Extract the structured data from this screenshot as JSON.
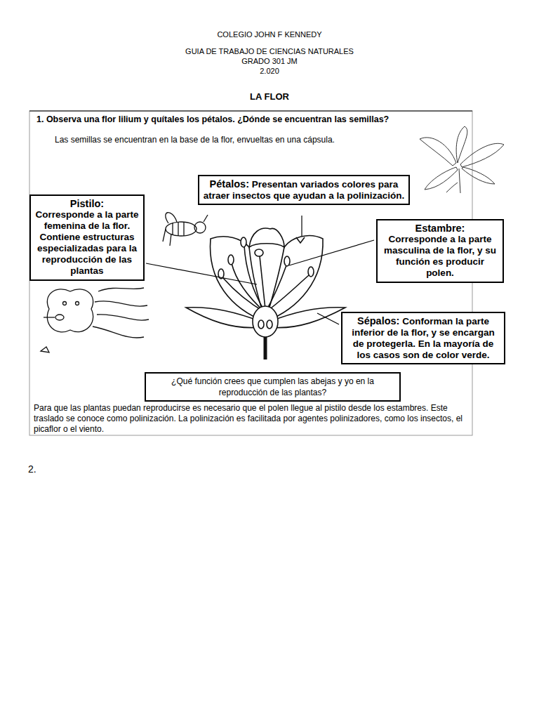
{
  "diagram": {
    "title": "LA FLOR",
    "nodes": [
      {
        "text": [
          "Pétalos:",
          "Presentan variados colores para atraer insectos que ayudan a la polinización."
        ]
      },
      {
        "text": [
          "Pistilo:",
          "Corresponde a la parte femenina de la flor. Contiene estructuras especializadas para la reproducción de las plantas"
        ]
      },
      {
        "text": [
          "Estambre:",
          "Corresponde a la parte masculina de la flor, y su función es producir polen."
        ]
      },
      {
        "text": [
          "Sépalos:",
          "Conforman la parte inferior de la flor, y se encargan de protegerla. En la mayoría de los casos son de color verde."
        ]
      },
      {
        "text": [
          "¿Qué función crees que cumplen las abejas y yo en la reproducción de las plantas?"
        ]
      }
    ],
    "labels": [
      "COLEGIO JOHN F KENNEDY",
      "GUIA DE TRABAJO DE CIENCIAS NATURALES",
      "GRADO 301 JM",
      "2.020",
      "1. Observa una flor lilium y quítales los pétalos. ¿Dónde se encuentran las semillas?",
      "Las semillas se encuentran en la base de la flor, envueltas en una cápsula.",
      "Para que las plantas puedan reproducirse es necesario que el polen llegue al pistilo desde los estambres. Este traslado se conoce como polinización. La polinización es facilitada por agentes polinizadores, como los insectos, el picaflor o el viento.",
      "2."
    ]
  }
}
